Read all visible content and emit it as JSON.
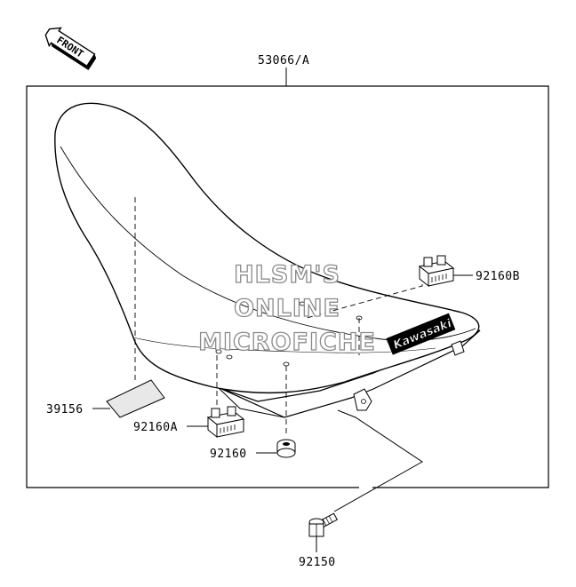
{
  "front_label": "FRONT",
  "parts": {
    "seat": "53066/A",
    "strap_pad": "39156",
    "damper_a": "92160A",
    "damper_b": "92160B",
    "damper": "92160",
    "bolt": "92150"
  },
  "seat_brand": "Kawasaki",
  "watermark": [
    "HLSM'S",
    "ONLINE",
    "MICROFICHE"
  ]
}
